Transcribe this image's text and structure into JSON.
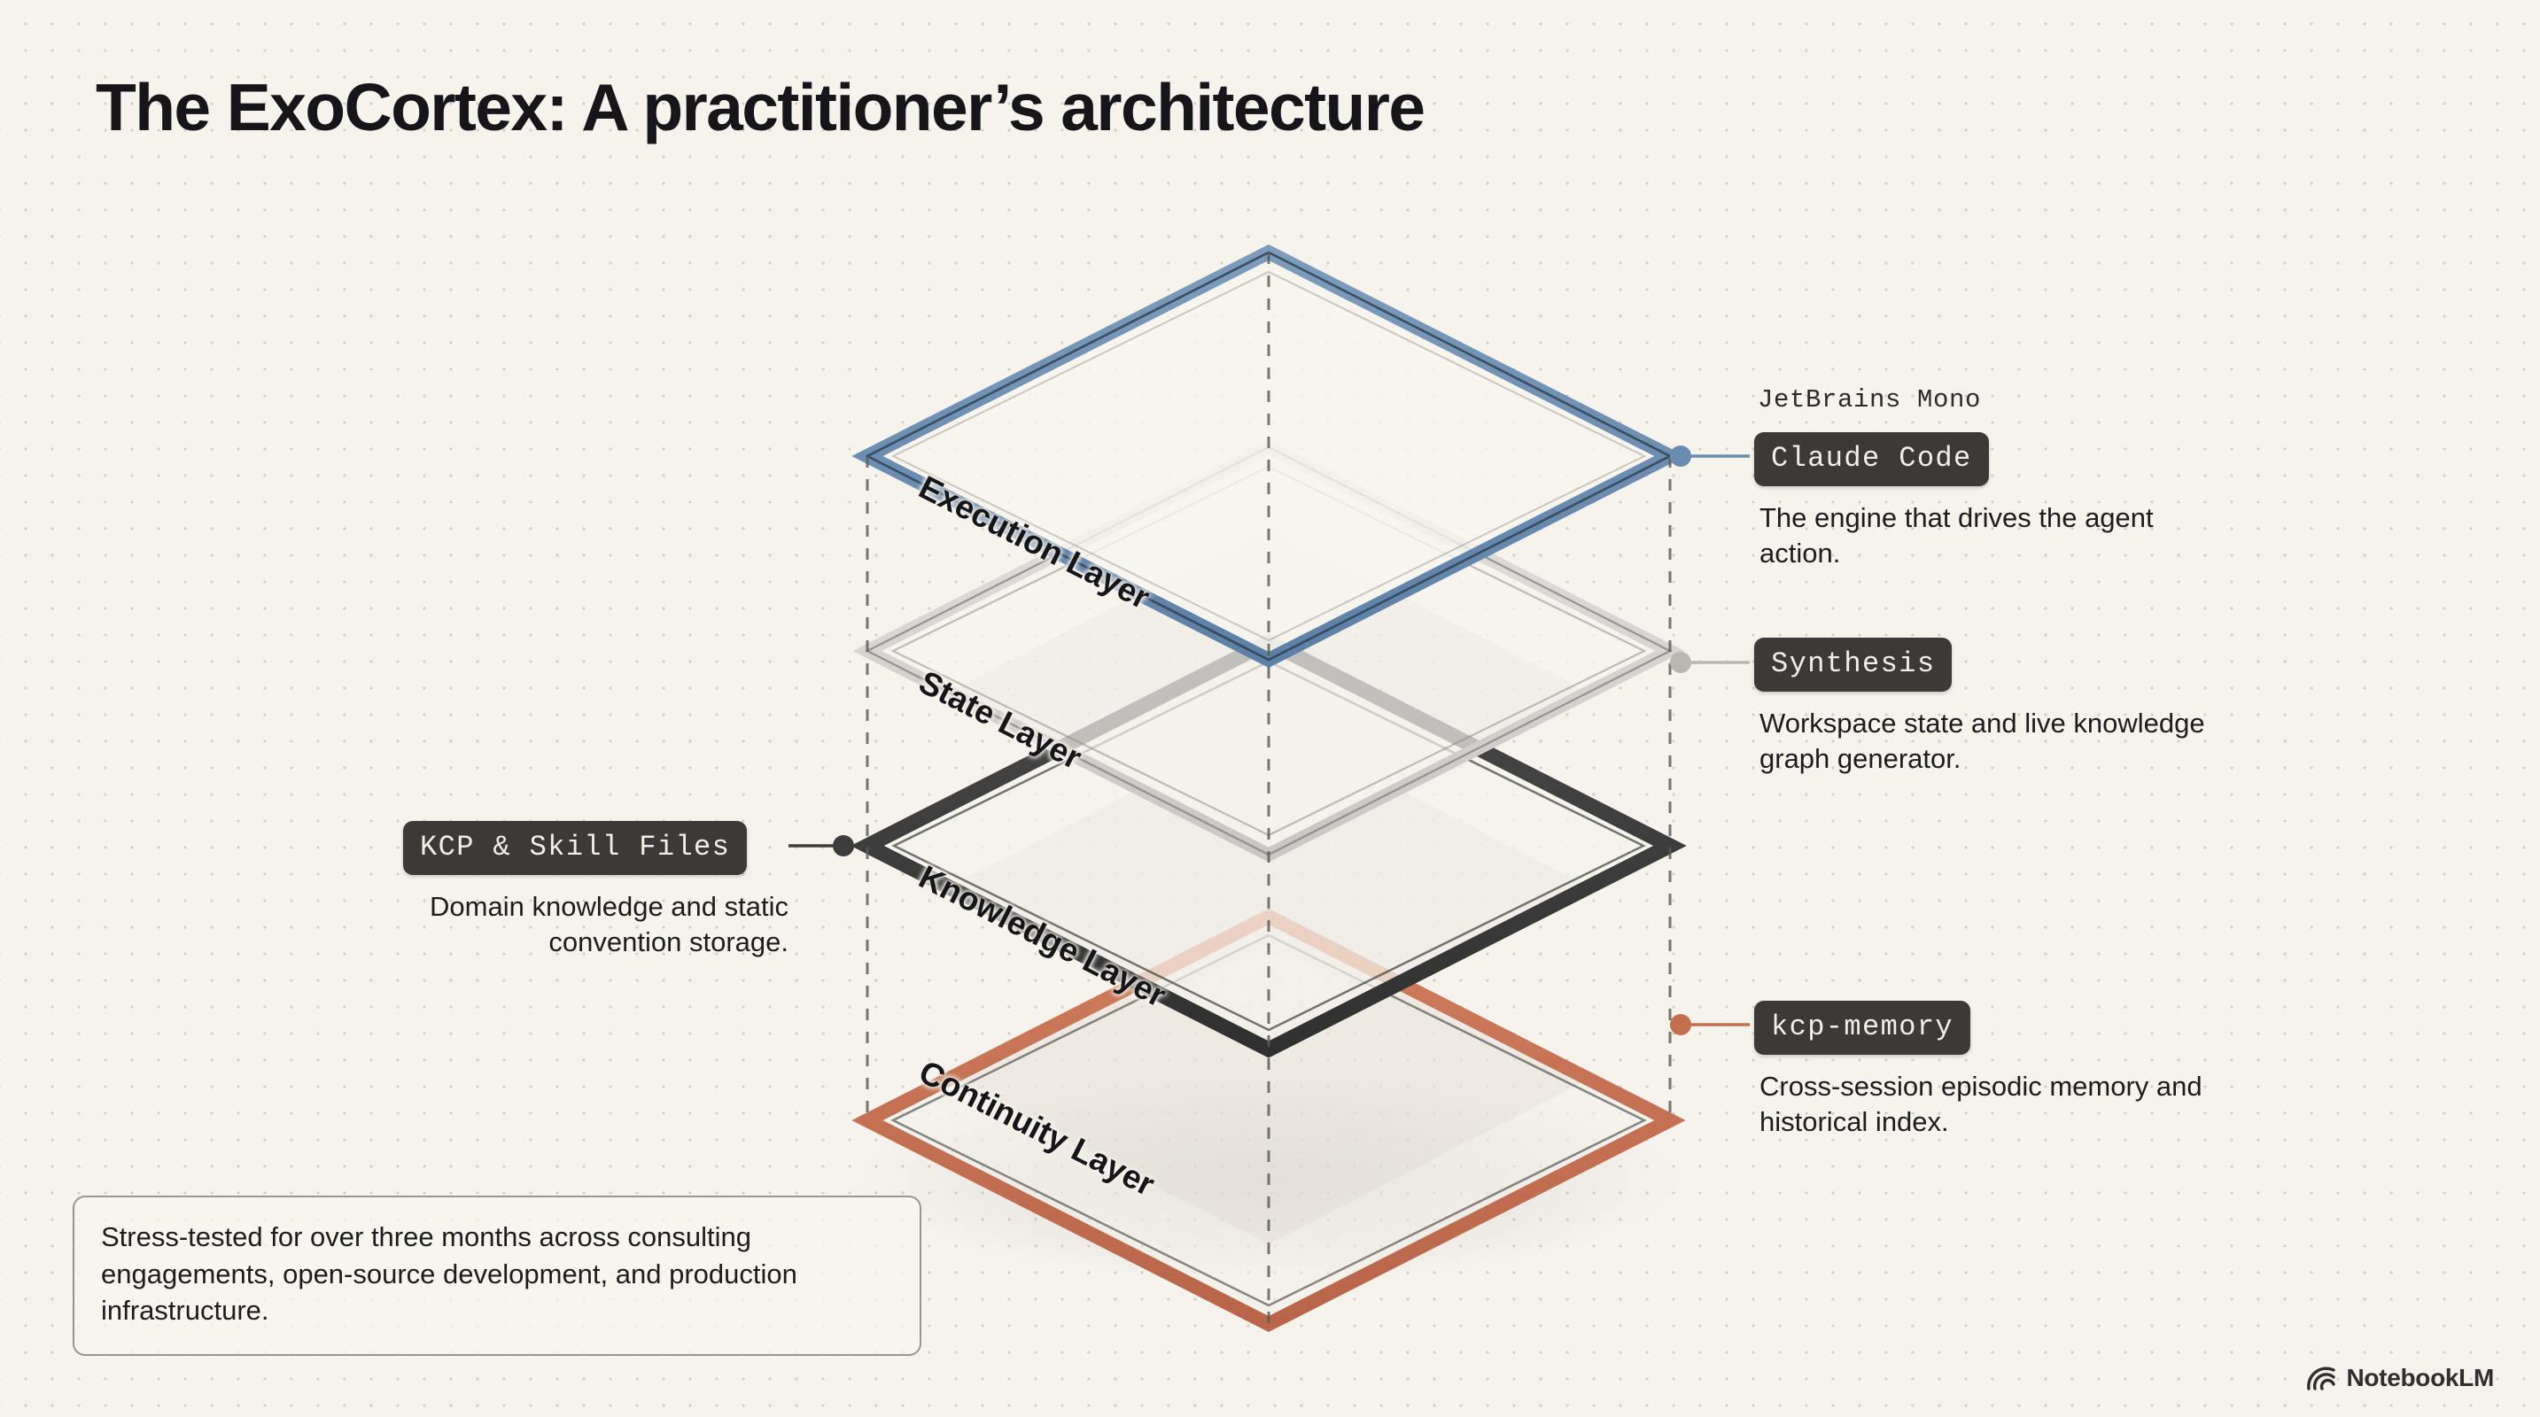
{
  "page": {
    "title": "The ExoCortex: A practitioner’s architecture",
    "background_color": "#f5f3ec"
  },
  "diagram": {
    "type": "isometric-layer-stack",
    "font_note": "JetBrains Mono",
    "layers": [
      {
        "name": "Execution Layer",
        "color": "#6a8db0",
        "order": 1
      },
      {
        "name": "State Layer",
        "color": "#d6d4d0",
        "order": 2
      },
      {
        "name": "Knowledge Layer",
        "color": "#3c3c3c",
        "order": 3
      },
      {
        "name": "Continuity Layer",
        "color": "#c4704f",
        "order": 4
      }
    ]
  },
  "callouts": {
    "right": [
      {
        "badge": "Claude Code",
        "description": "The engine that drives the agent action.",
        "dot_color": "#6a8db0",
        "layer": "Execution Layer"
      },
      {
        "badge": "Synthesis",
        "description": "Workspace state and live knowledge graph generator.",
        "dot_color": "#b9b7b2",
        "layer": "State Layer"
      },
      {
        "badge": "kcp-memory",
        "description": "Cross-session episodic memory and historical index.",
        "dot_color": "#c4704f",
        "layer": "Continuity Layer"
      }
    ],
    "left": [
      {
        "badge": "KCP & Skill Files",
        "description": "Domain knowledge and static convention storage.",
        "dot_color": "#3c3c3c",
        "layer": "Knowledge Layer"
      }
    ]
  },
  "footnote": {
    "text": "Stress-tested for over three months across consulting engagements, open-source development, and production infrastructure."
  },
  "watermark": {
    "label": "NotebookLM",
    "icon": "notebooklm-logo-icon"
  }
}
